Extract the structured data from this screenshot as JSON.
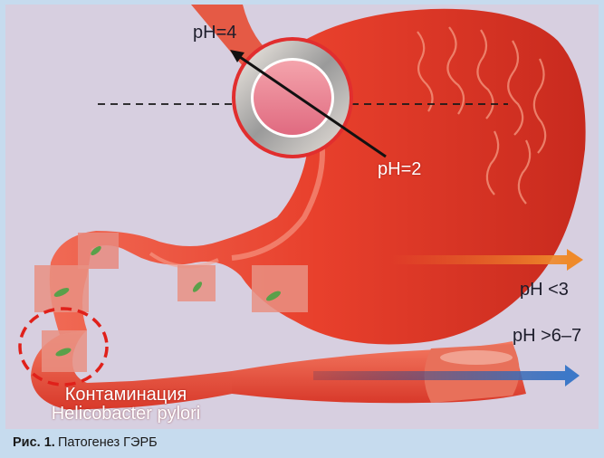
{
  "labels": {
    "ph_top": "pH=4",
    "ph_mid": "pH=2",
    "ph_stomach": "pH <3",
    "ph_intestine": "pH >6–7",
    "contamination_line1": "Контаминация",
    "contamination_line2": "Helicobacter pylori"
  },
  "caption": {
    "prefix": "Рис. 1.",
    "text": "Патогенез ГЭРБ"
  },
  "colors": {
    "background": "#d7cfe0",
    "frame": "#c6dbee",
    "tissue": "#e0412f",
    "orange_arrow": "#ef7d2a",
    "blue_arrow": "#3c78c8"
  }
}
